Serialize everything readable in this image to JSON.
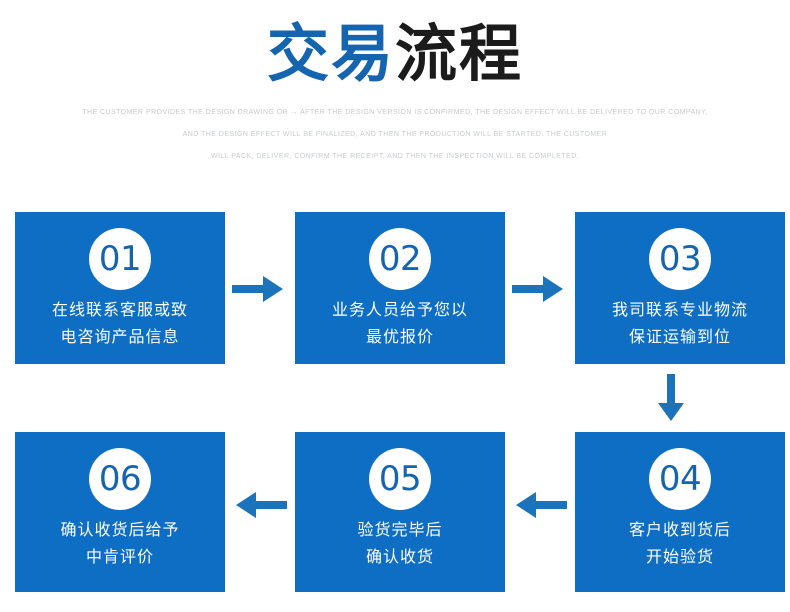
{
  "header": {
    "title_blue": "交易",
    "title_dark": "流程",
    "subtitle_lines": [
      "THE CUSTOMER PROVIDES THE DESIGN DRAWING OR → AFTER THE DESIGN VERSION IS CONFIRMED, THE DESIGN EFFECT WILL BE DELIVERED TO OUR COMPANY,",
      "AND THE DESIGN EFFECT WILL BE FINALIZED, AND THEN THE PRODUCTION WILL BE STARTED. THE CUSTOMER",
      "WILL PACK, DELIVER, CONFIRM THE RECEIPT, AND THEN THE INSPECTION WILL BE COMPLETED."
    ]
  },
  "colors": {
    "card_blue": "#0d6ec4",
    "title_blue": "#1464af",
    "arrow_blue": "#1a73bb",
    "badge_text": "#1464af",
    "subtitle_gray": "#c9cbcd"
  },
  "steps": [
    {
      "number": "01",
      "line1": "在线联系客服或致",
      "line2": "电咨询产品信息"
    },
    {
      "number": "02",
      "line1": "业务人员给予您以",
      "line2": "最优报价"
    },
    {
      "number": "03",
      "line1": "我司联系专业物流",
      "line2": "保证运输到位"
    },
    {
      "number": "04",
      "line1": "客户收到货后",
      "line2": "开始验货"
    },
    {
      "number": "05",
      "line1": "验货完毕后",
      "line2": "确认收货"
    },
    {
      "number": "06",
      "line1": "确认收货后给予",
      "line2": "中肯评价"
    }
  ],
  "arrows": [
    {
      "name": "arrow-right-1-2",
      "direction": "right"
    },
    {
      "name": "arrow-right-2-3",
      "direction": "right"
    },
    {
      "name": "arrow-down-3-4",
      "direction": "down"
    },
    {
      "name": "arrow-left-4-5",
      "direction": "left"
    },
    {
      "name": "arrow-left-5-6",
      "direction": "left"
    }
  ]
}
